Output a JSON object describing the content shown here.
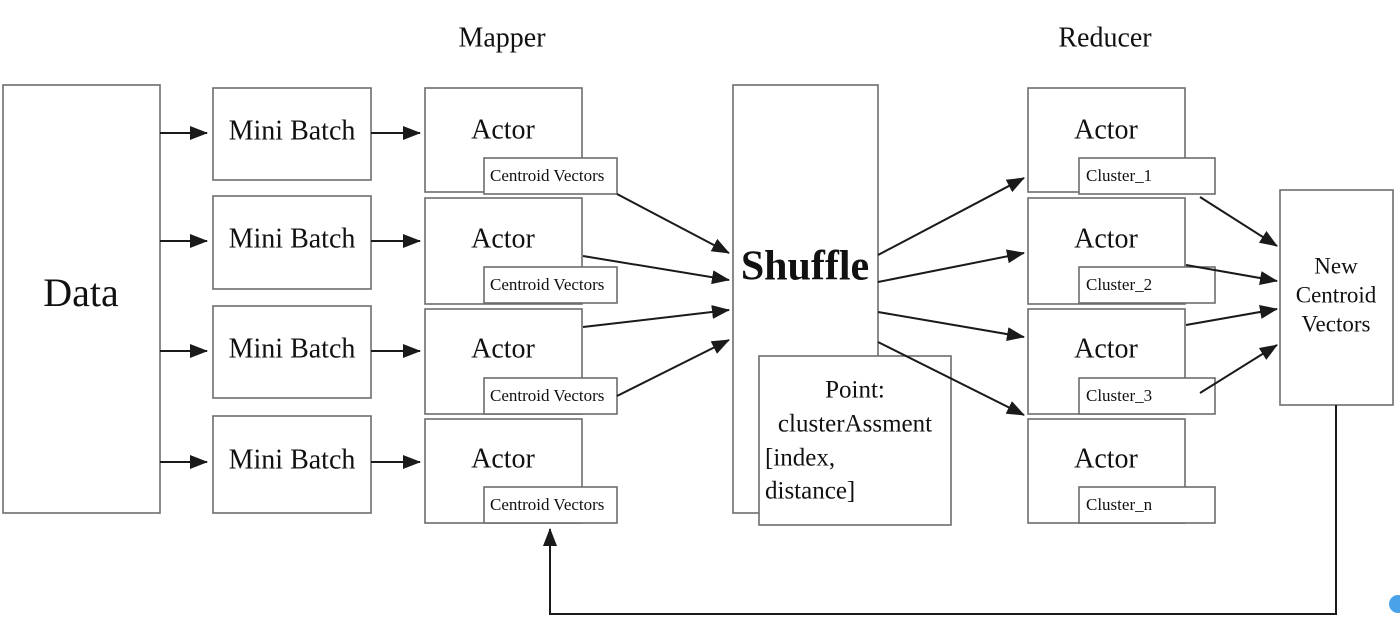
{
  "diagram": {
    "title_mapper": "Mapper",
    "title_reducer": "Reducer",
    "source": {
      "label": "Data"
    },
    "mini_batches": [
      {
        "label": "Mini Batch"
      },
      {
        "label": "Mini Batch"
      },
      {
        "label": "Mini Batch"
      },
      {
        "label": "Mini Batch"
      }
    ],
    "mapper_actors": [
      {
        "label": "Actor",
        "store": "Centroid Vectors"
      },
      {
        "label": "Actor",
        "store": "Centroid Vectors"
      },
      {
        "label": "Actor",
        "store": "Centroid Vectors"
      },
      {
        "label": "Actor",
        "store": "Centroid Vectors"
      }
    ],
    "shuffle": {
      "label": "Shuffle"
    },
    "point": {
      "line1": "Point:",
      "line2": "clusterAssment",
      "line3": "[index,",
      "line4": "distance]"
    },
    "reducer_actors": [
      {
        "label": "Actor",
        "store": "Cluster_1"
      },
      {
        "label": "Actor",
        "store": "Cluster_2"
      },
      {
        "label": "Actor",
        "store": "Cluster_3"
      },
      {
        "label": "Actor",
        "store": "Cluster_n"
      }
    ],
    "output": {
      "line1": "New",
      "line2": "Centroid",
      "line3": "Vectors"
    },
    "colors": {
      "box_stroke": "#6d6d6d",
      "arrow": "#1a1a1a",
      "text": "#111111",
      "background": "#ffffff",
      "badge": "#4aa3e8"
    }
  }
}
